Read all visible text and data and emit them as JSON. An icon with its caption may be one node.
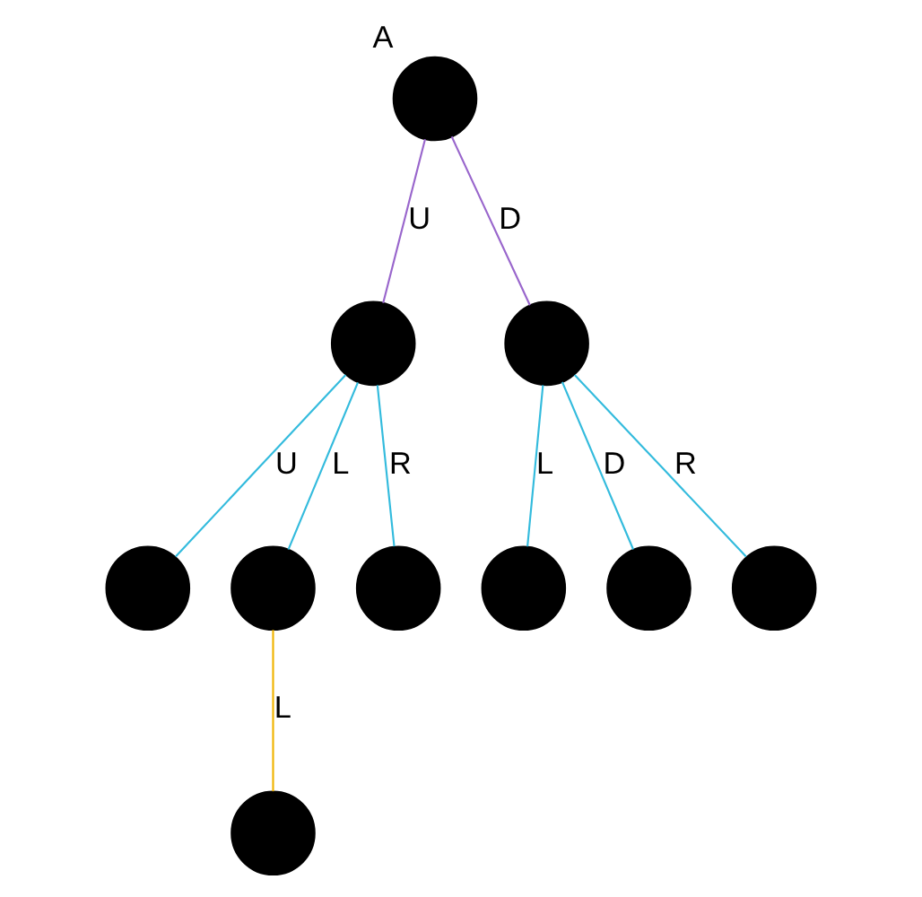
{
  "diagram": {
    "nodes": [
      {
        "text": [],
        "shape": "circle",
        "beside": [
          "A"
        ]
      },
      {
        "text": [],
        "shape": "circle"
      },
      {
        "text": [],
        "shape": "circle"
      },
      {
        "text": [],
        "shape": "circle"
      },
      {
        "text": [],
        "shape": "circle"
      },
      {
        "text": [],
        "shape": "circle"
      },
      {
        "text": [],
        "shape": "circle"
      },
      {
        "text": [],
        "shape": "circle"
      },
      {
        "text": [],
        "shape": "circle"
      },
      {
        "text": [],
        "shape": "circle"
      }
    ],
    "edges": [
      {
        "from": 0,
        "to": 1,
        "arrow": "none",
        "label": "U",
        "color": "#9966cc"
      },
      {
        "from": 0,
        "to": 2,
        "arrow": "none",
        "label": "D",
        "color": "#9966cc"
      },
      {
        "from": 1,
        "to": 3,
        "arrow": "none",
        "label": "U"
      },
      {
        "from": 1,
        "to": 4,
        "arrow": "none",
        "label": "L"
      },
      {
        "from": 1,
        "to": 5,
        "arrow": "none",
        "label": "R"
      },
      {
        "from": 2,
        "to": 6,
        "arrow": "none",
        "label": "L"
      },
      {
        "from": 2,
        "to": 7,
        "arrow": "none",
        "label": "D"
      },
      {
        "from": 2,
        "to": 8,
        "arrow": "none",
        "label": "R"
      },
      {
        "from": 4,
        "to": 9,
        "arrow": "none",
        "label": "L",
        "color": "#f0b400"
      }
    ]
  }
}
